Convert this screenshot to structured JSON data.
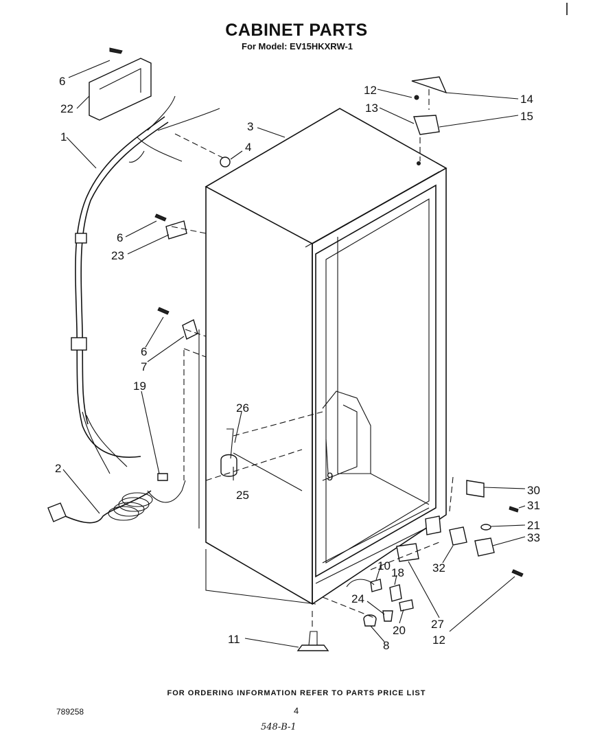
{
  "header": {
    "title": "CABINET PARTS",
    "subtitle": "For Model: EV15HKXRW-1"
  },
  "footer": {
    "note": "FOR ORDERING INFORMATION REFER TO PARTS PRICE LIST",
    "doc_number": "789258",
    "page_number": "4",
    "handwritten": "548-B-1"
  },
  "callouts": [
    "6",
    "22",
    "1",
    "3",
    "4",
    "6",
    "23",
    "6",
    "7",
    "19",
    "2",
    "26",
    "25",
    "9",
    "12",
    "13",
    "14",
    "15",
    "30",
    "31",
    "21",
    "33",
    "32",
    "10",
    "18",
    "24",
    "27",
    "20",
    "12",
    "8",
    "11"
  ]
}
